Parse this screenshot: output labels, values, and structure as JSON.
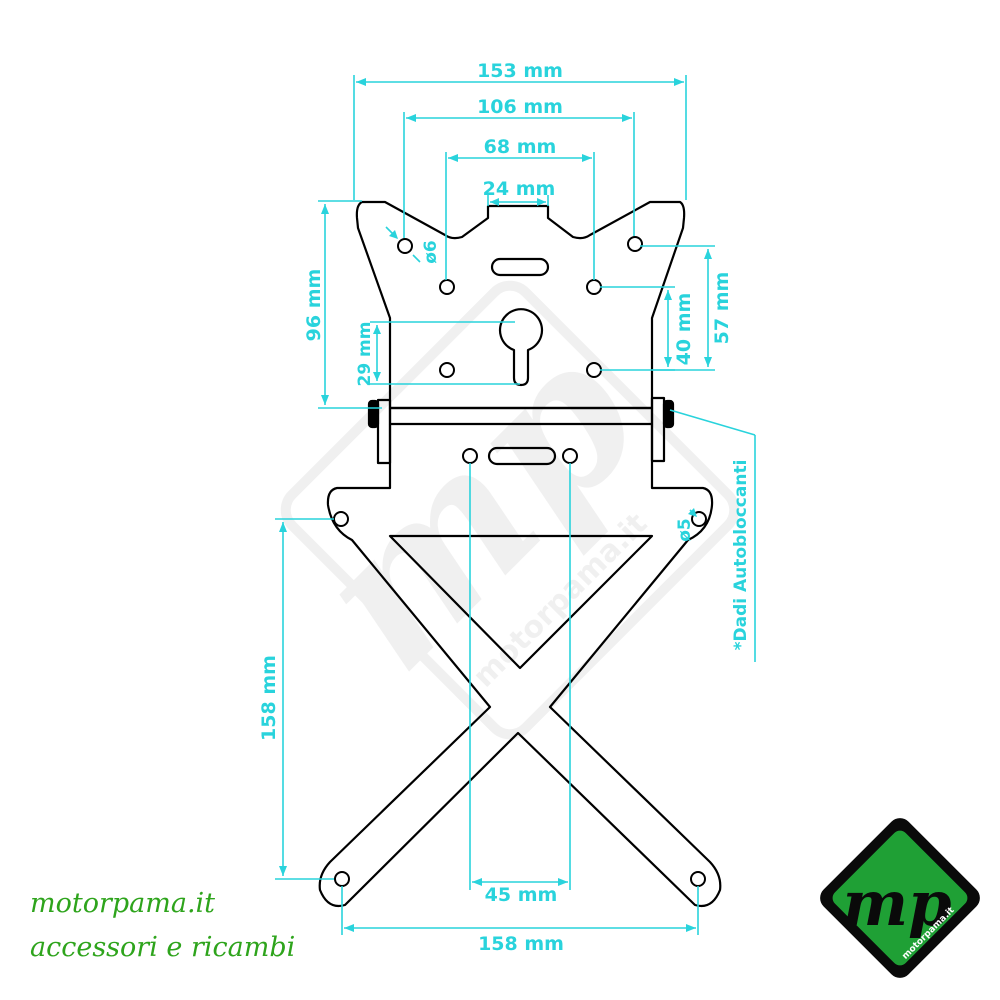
{
  "dimensions": {
    "top_width": "153 mm",
    "outer_holes": "106 mm",
    "inner_holes": "68 mm",
    "slot_width": "24 mm",
    "hole_dia_top": "ø6",
    "plate_height": "96 mm",
    "keyhole_offset": "29 mm",
    "right_outer_height": "57 mm",
    "right_inner_height": "40 mm",
    "hole_dia_side": "ø5",
    "lower_height": "158 mm",
    "lower_holes": "45 mm",
    "bottom_width": "158 mm"
  },
  "note": "*Dadi Autobloccanti",
  "watermark": "mp",
  "watermark_site": "motorpama.it",
  "logo": {
    "letters": "mp",
    "site": "motorpama.it"
  },
  "brand": {
    "site": "motorpama.it",
    "tagline": "accessori e ricambi"
  },
  "colors": {
    "dimension": "#29d3dc",
    "outline": "#000000",
    "brand_green": "#2ea41c",
    "logo_green": "#1fa035"
  }
}
